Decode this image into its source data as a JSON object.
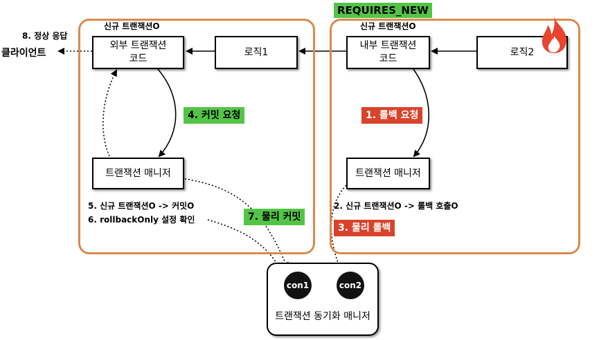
{
  "outer": {
    "title": "신규 트랜잭션O",
    "code_box": "외부 트랜잭션\n코드",
    "logic_box": "로직1",
    "tm_box": "트랜잭션 매니저"
  },
  "inner": {
    "badge": "REQUIRES_NEW",
    "title": "신규 트랜잭션O",
    "code_box": "내부 트랜잭션\n코드",
    "logic_box": "로직2",
    "tm_box": "트랜잭션 매니저"
  },
  "client": {
    "label": "클라이언트",
    "response": "8. 정상 응답"
  },
  "steps": {
    "s1": "1. 롤백 요청",
    "s2": "2. 신규 트랜잭션O -> 롤백 호출O",
    "s3": "3. 물리 롤백",
    "s4": "4. 커밋 요청",
    "s5": "5. 신규 트랜잭션O -> 커밋O",
    "s6": "6. rollbackOnly 설정 확인",
    "s7": "7. 물리 커밋"
  },
  "sync": {
    "label": "트랜잭션 동기화 매니저",
    "con1": "con1",
    "con2": "con2"
  },
  "colors": {
    "frame": "#d98a4e",
    "green": "#54c447",
    "red": "#d9432b",
    "fire": "#e8442e"
  },
  "icons": {
    "fire": "fire-icon"
  }
}
